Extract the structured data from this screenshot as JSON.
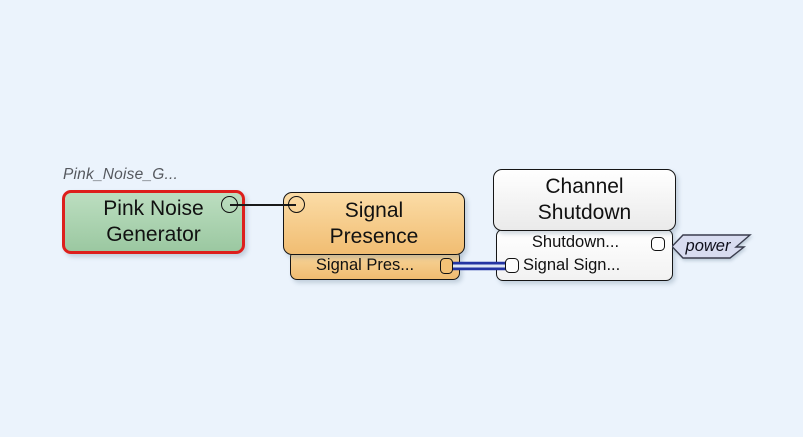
{
  "diagram": {
    "background_color": "#EBF3FC",
    "annotation": {
      "text": "Pink_Noise_G...",
      "color": "#55585E"
    },
    "blocks": {
      "pink_noise_generator": {
        "name_line1": "Pink Noise",
        "name_line2": "Generator",
        "fill_top": "#BCDEC0",
        "fill_bottom": "#9BC8A1",
        "selection_border_color": "#DD1F1C"
      },
      "signal_presence": {
        "name_line1": "Signal",
        "name_line2": "Presence",
        "fill_top": "#FBDCA6",
        "fill_bottom": "#F1BD72",
        "output_port_label": "Signal Pres..."
      },
      "channel_shutdown": {
        "name_line1": "Channel",
        "name_line2": "Shutdown",
        "fill_top": "#FFFFFF",
        "fill_bottom": "#EAEAEA",
        "port_row1_label": "Shutdown...",
        "port_row2_label": "Signal Sign..."
      }
    },
    "tag": {
      "label": "power",
      "fill_color": "#D8DCF0",
      "border_color": "#3A3D4D"
    },
    "connections": {
      "signal_line_color": "#1A1A1A",
      "bus_line_outer_color": "#2334A3",
      "bus_line_inner_color": "#DDE6F5"
    }
  }
}
